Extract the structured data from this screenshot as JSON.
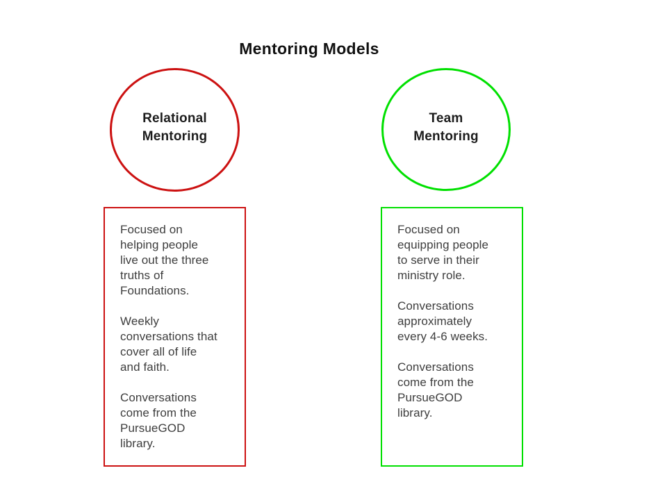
{
  "title": "Mentoring Models",
  "colors": {
    "relational_accent": "#cc1111",
    "team_accent": "#00e000",
    "heading_text": "#111111",
    "circle_label_text": "#1c1c1c",
    "body_text": "#3d3d3d",
    "background": "#ffffff"
  },
  "relational": {
    "circle_label": "Relational\nMentoring",
    "paragraphs": [
      "Focused on helping people live out the three truths of Foundations.",
      "Weekly conversations that cover all of life and faith.",
      "Conversations come from the PursueGOD library."
    ]
  },
  "team": {
    "circle_label": "Team\nMentoring",
    "paragraphs": [
      "Focused on equipping people to serve in their ministry role.",
      "Conversations approximately every 4-6 weeks.",
      "Conversations come from the PursueGOD library."
    ]
  }
}
